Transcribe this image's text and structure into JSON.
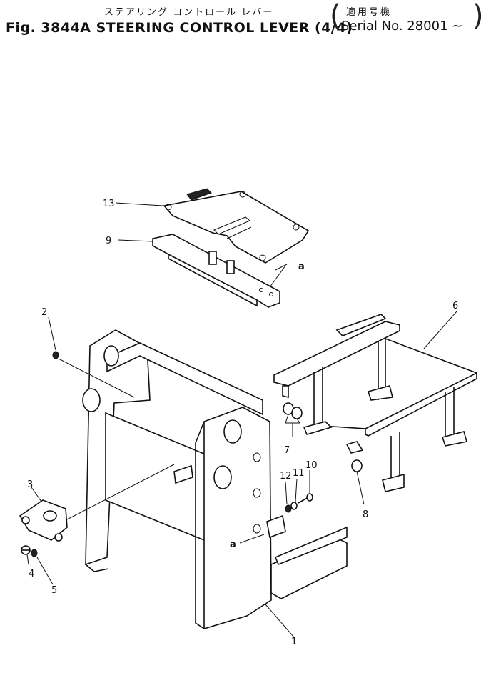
{
  "header": {
    "title_jp": "ステアリング コントロール レバー",
    "figure_title": "Fig. 3844A STEERING CONTROL LEVER (4/4)",
    "serial_label_jp": "適用号機",
    "serial_range": "Serial No. 28001 ~"
  },
  "callouts": {
    "c1": "1",
    "c2": "2",
    "c3": "3",
    "c4": "4",
    "c5": "5",
    "c6": "6",
    "c7": "7",
    "c8": "8",
    "c9": "9",
    "c10": "10",
    "c11": "11",
    "c12": "12",
    "c13": "13",
    "ref_a_top": "a",
    "ref_a_bottom": "a"
  }
}
